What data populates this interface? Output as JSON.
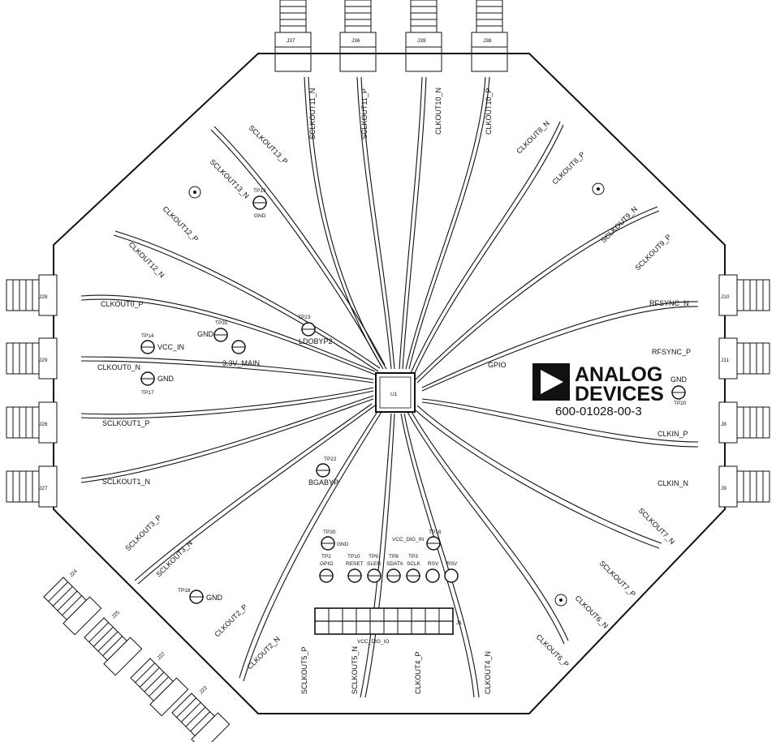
{
  "board": {
    "part_number": "600-01028-00-3",
    "logo": {
      "line1": "ANALOG",
      "line2": "DEVICES"
    },
    "ic_label": "U1"
  },
  "connectors": {
    "top": [
      "J37",
      "J36",
      "J39",
      "J38"
    ],
    "left": [
      "J28",
      "J29",
      "J26",
      "J27"
    ],
    "right": [
      "J10",
      "J11",
      "J8",
      "J9"
    ],
    "bottom_left": [
      "J24",
      "J25",
      "J22",
      "J23"
    ]
  },
  "signals": {
    "top": [
      "SCLKOUT11_N",
      "SCLKOUT11_P",
      "CLKOUT10_N",
      "CLKOUT10_P"
    ],
    "upper_right": [
      "CLKOUT8_N",
      "CLKOUT8_P",
      "SCLKOUT9_N",
      "SCLKOUT9_P"
    ],
    "right": [
      "RFSYNC_N",
      "RFSYNC_P",
      "CLKIN_P",
      "CLKIN_N"
    ],
    "lower_right": [
      "SCLKOUT7_N",
      "SCLKOUT7_P",
      "CLKOUT6_N",
      "CLKOUT6_P"
    ],
    "bottom": [
      "SCLKOUT5_P",
      "SCLKOUT5_N",
      "CLKOUT4_P",
      "CLKOUT4_N"
    ],
    "lower_left": [
      "SCLKOUT3_P",
      "SCLKOUT3_N",
      "CLKOUT2_P",
      "CLKOUT2_N"
    ],
    "left": [
      "CLKOUT0_P",
      "CLKOUT0_N",
      "SCLKOUT1_P",
      "SCLKOUT1_N"
    ],
    "upper_left": [
      "SCLKOUT13_P",
      "SCLKOUT13_N",
      "CLKOUT12_P",
      "CLKOUT12_N"
    ]
  },
  "testpoints": {
    "tp19": {
      "ref": "TP19",
      "net": "GND"
    },
    "tp14": {
      "ref": "TP14",
      "net": "VCC_IN"
    },
    "tp17": {
      "ref": "TP17",
      "net": "GND"
    },
    "tp31": {
      "ref": "TP31",
      "net": "GND"
    },
    "tp3v3": {
      "net": "3.3V_MAIN"
    },
    "tp23": {
      "ref": "TP23",
      "net": "LDOBYP2"
    },
    "tp22": {
      "ref": "TP22",
      "net": "BGABYP"
    },
    "tp30": {
      "ref": "TP30",
      "net": "GND"
    },
    "tp16": {
      "ref": "TP16",
      "net": "VCC_DIG_IN"
    },
    "tp18": {
      "ref": "TP18",
      "net": "GND"
    },
    "tp20": {
      "ref": "TP20",
      "net": "GND"
    },
    "gpio": "GPIO",
    "header": [
      "GPIO",
      "RESET",
      "SLEN",
      "SDATA",
      "SCLK",
      "RSV",
      "RSV"
    ],
    "header_refs": [
      "TP2",
      "TP10",
      "TP9",
      "TP8",
      "TP3"
    ],
    "header_conn": "J1",
    "vcc_io": "VCC_DIG_IO"
  }
}
